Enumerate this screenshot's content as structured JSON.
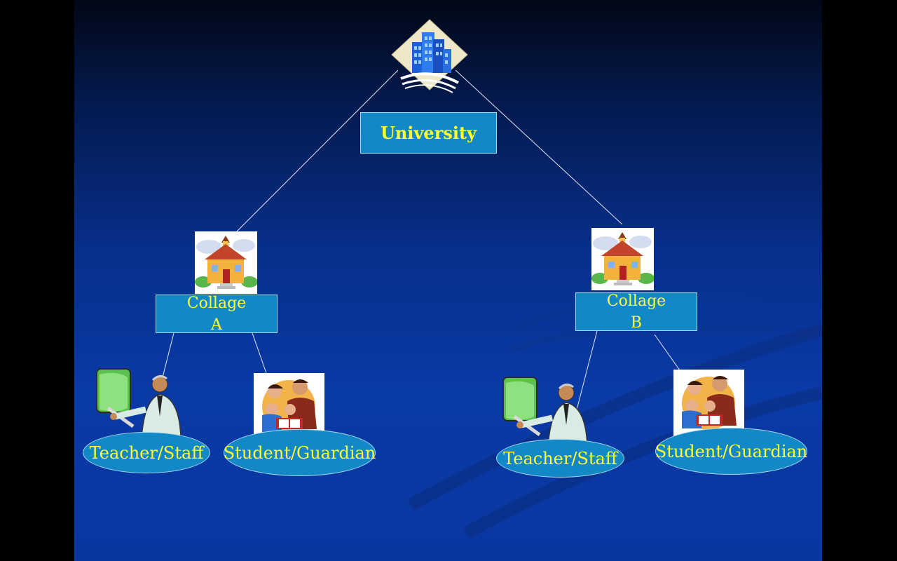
{
  "root": {
    "label": "University",
    "icon": "office-building-icon"
  },
  "colleges": [
    {
      "line1": "Collage",
      "line2": "A",
      "icon": "schoolhouse-icon"
    },
    {
      "line1": "Collage",
      "line2": "B",
      "icon": "schoolhouse-icon"
    }
  ],
  "roles": {
    "a_teacher": {
      "label": "Teacher/Staff",
      "icon": "teacher-presenting-icon"
    },
    "a_student": {
      "label": "Student/Guardian",
      "icon": "family-reading-icon"
    },
    "b_teacher": {
      "label": "Teacher/Staff",
      "icon": "teacher-presenting-icon"
    },
    "b_student": {
      "label": "Student/Guardian",
      "icon": "family-reading-icon"
    }
  },
  "colors": {
    "box_fill": "#1288c6",
    "text": "#ffff33",
    "background": "#0a3aa6"
  }
}
